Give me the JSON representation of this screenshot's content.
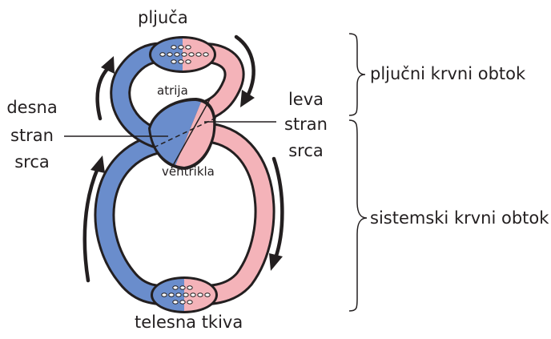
{
  "labels": {
    "lungs": "pljuča",
    "tissues": "telesna tkiva",
    "atrium": "atrija",
    "ventricle": "ventrikla",
    "right_side": [
      "desna",
      "stran",
      "srca"
    ],
    "left_side": [
      "leva",
      "stran",
      "srca"
    ],
    "pulmonary_circulation": "pljučni krvni obtok",
    "systemic_circulation": "sistemski krvni obtok"
  },
  "colors": {
    "deoxygenated": "#6a8dcc",
    "oxygenated": "#f4b3b9",
    "outline": "#231f20",
    "arrow": "#231f20"
  }
}
